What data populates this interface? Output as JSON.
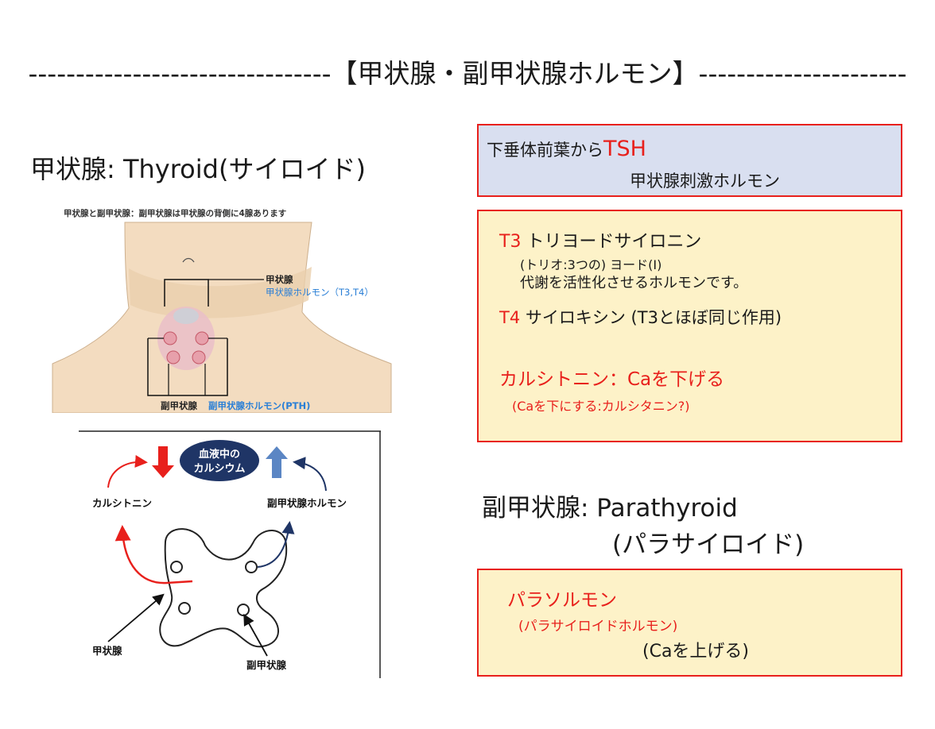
{
  "title": "--------------------------------【甲状腺・副甲状腺ホルモン】----------------------",
  "thyroid_heading": "甲状腺: Thyroid(サイロイド)",
  "neck_figure": {
    "caption": "甲状腺と副甲状腺：副甲状腺は甲状腺の背側に4腺あります",
    "label_thyroid": "甲状腺",
    "label_thyroid_hormone": "甲状腺ホルモン（T3,T4）",
    "label_parathyroid": "副甲状腺",
    "label_pth": "副甲状腺ホルモン(PTH)"
  },
  "calcium_diagram": {
    "center_line1": "血液中の",
    "center_line2": "カルシウム",
    "label_calcitonin": "カルシトニン",
    "label_parathyroid_hormone": "副甲状腺ホルモン",
    "label_thyroid": "甲状腺",
    "label_parathyroid": "副甲状腺"
  },
  "tsh_box": {
    "prefix": "下垂体前葉から",
    "tsh": "TSH",
    "desc": "甲状腺刺激ホルモン"
  },
  "t3_box": {
    "t3_label": "T3",
    "t3_name": " トリヨードサイロニン",
    "t3_line1": "(トリオ:3つの) ヨード(I)",
    "t3_line2": "代謝を活性化させるホルモンです。",
    "t4_label": "T4",
    "t4_text": " サイロキシン (T3とほぼ同じ作用)",
    "calcitonin": "カルシトニン：Caを下げる",
    "calcitonin_note": "(Caを下にする:カルシタニン?)"
  },
  "parathyroid_heading_line1": "副甲状腺: Parathyroid",
  "parathyroid_heading_line2": "(パラサイロイド)",
  "pth_box": {
    "name": "パラソルモン",
    "sub": "(パラサイロイドホルモン)",
    "effect": "(Caを上げる)"
  },
  "colors": {
    "accent_red": "#e8201c",
    "label_blue": "#2a7fd6",
    "tsh_bg": "#d9dff0",
    "box_bg": "#fdf2c8",
    "ellipse_navy": "#1f3566"
  }
}
